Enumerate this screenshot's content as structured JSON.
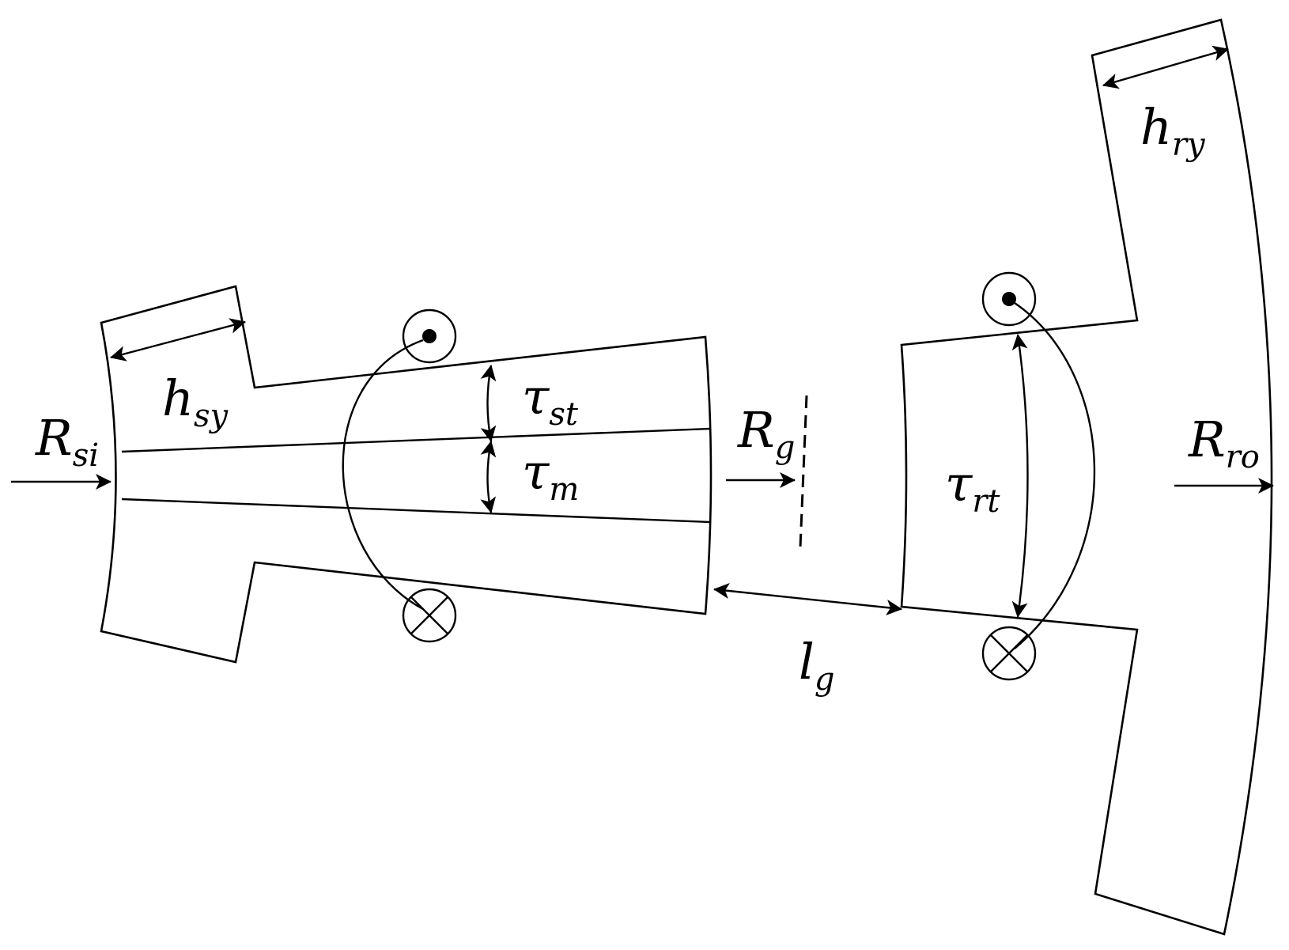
{
  "labels": {
    "h_sy": {
      "main": "h",
      "sub": "sy"
    },
    "R_si": {
      "main": "R",
      "sub": "si"
    },
    "tau_st": {
      "main": "τ",
      "sub": "st"
    },
    "tau_m": {
      "main": "τ",
      "sub": "m"
    },
    "R_g": {
      "main": "R",
      "sub": "g"
    },
    "l_g": {
      "main": "l",
      "sub": "g"
    },
    "tau_rt": {
      "main": "τ",
      "sub": "rt"
    },
    "h_ry": {
      "main": "h",
      "sub": "ry"
    },
    "R_ro": {
      "main": "R",
      "sub": "ro"
    }
  },
  "markers": {
    "stator_conductor_out": "dot-in-circle-icon",
    "stator_conductor_in": "cross-in-circle-icon",
    "rotor_conductor_out": "dot-in-circle-icon",
    "rotor_conductor_in": "cross-in-circle-icon"
  },
  "colors": {
    "stroke": "#000000",
    "background": "#ffffff"
  }
}
